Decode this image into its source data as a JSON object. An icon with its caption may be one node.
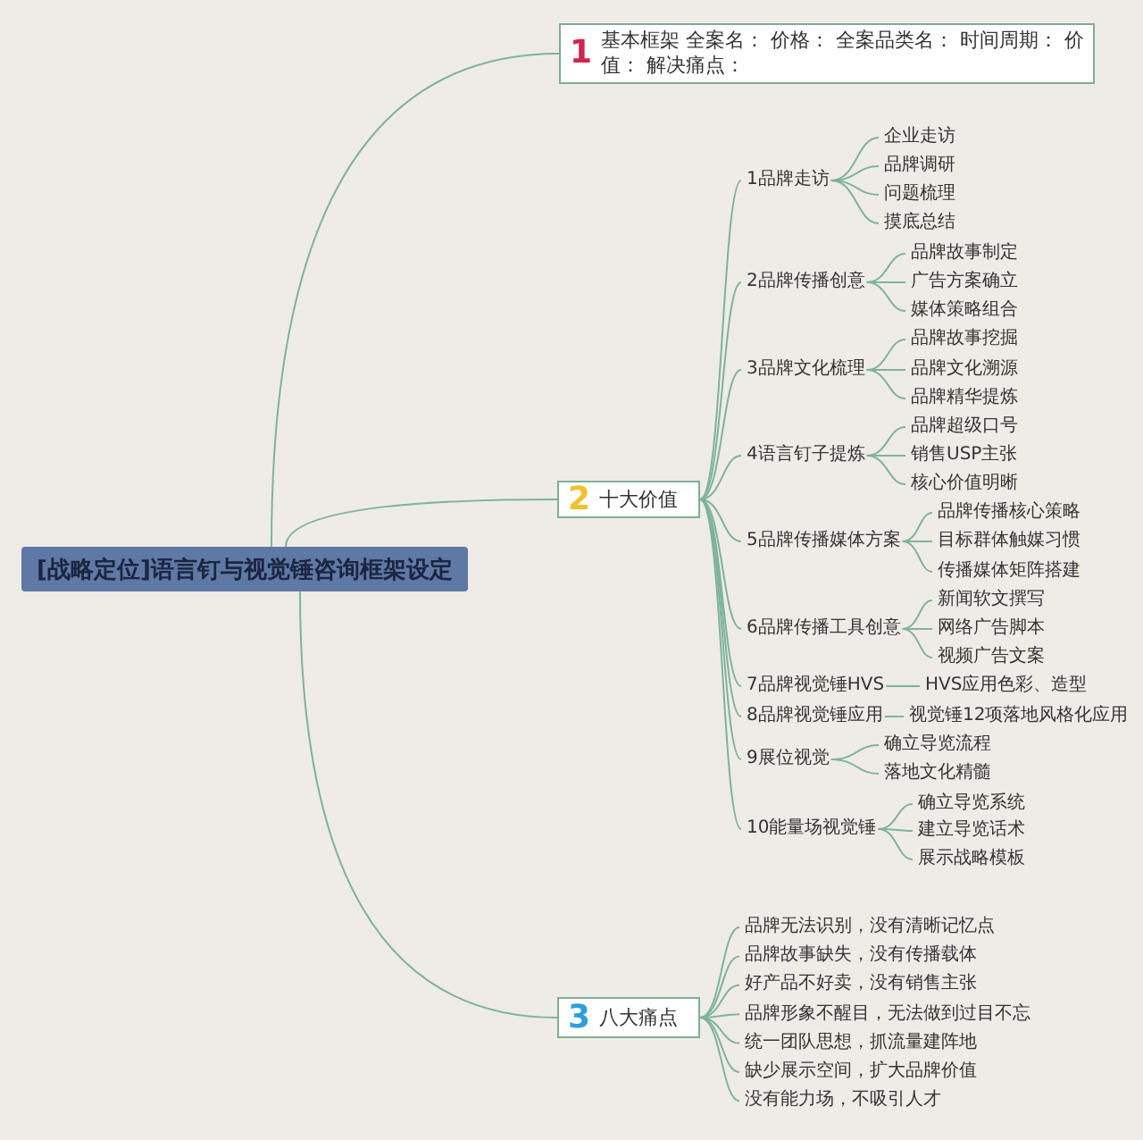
{
  "diagram": {
    "nodes": [
      {
        "text": [
          "[战略定位]语言钉与视觉锤咨询框架设定"
        ]
      },
      {
        "text": [
          "1",
          "基本框架 全案名： 价格： 全案品类名： 时间周期： 价值： 解决痛点："
        ]
      },
      {
        "text": [
          "2",
          "十大价值"
        ]
      },
      {
        "text": [
          "1品牌走访"
        ]
      },
      {
        "text": [
          "企业走访"
        ]
      },
      {
        "text": [
          "品牌调研"
        ]
      },
      {
        "text": [
          "问题梳理"
        ]
      },
      {
        "text": [
          "摸底总结"
        ]
      },
      {
        "text": [
          "2品牌传播创意"
        ]
      },
      {
        "text": [
          "品牌故事制定"
        ]
      },
      {
        "text": [
          "广告方案确立"
        ]
      },
      {
        "text": [
          "媒体策略组合"
        ]
      },
      {
        "text": [
          "3品牌文化梳理"
        ]
      },
      {
        "text": [
          "品牌故事挖掘"
        ]
      },
      {
        "text": [
          "品牌文化溯源"
        ]
      },
      {
        "text": [
          "品牌精华提炼"
        ]
      },
      {
        "text": [
          "4语言钉子提炼"
        ]
      },
      {
        "text": [
          "品牌超级口号"
        ]
      },
      {
        "text": [
          "销售USP主张"
        ]
      },
      {
        "text": [
          "核心价值明晰"
        ]
      },
      {
        "text": [
          "5品牌传播媒体方案"
        ]
      },
      {
        "text": [
          "品牌传播核心策略"
        ]
      },
      {
        "text": [
          "目标群体触媒习惯"
        ]
      },
      {
        "text": [
          "传播媒体矩阵搭建"
        ]
      },
      {
        "text": [
          "6品牌传播工具创意"
        ]
      },
      {
        "text": [
          "新闻软文撰写"
        ]
      },
      {
        "text": [
          "网络广告脚本"
        ]
      },
      {
        "text": [
          "视频广告文案"
        ]
      },
      {
        "text": [
          "7品牌视觉锤HVS"
        ]
      },
      {
        "text": [
          "HVS应用色彩、造型"
        ]
      },
      {
        "text": [
          "8品牌视觉锤应用"
        ]
      },
      {
        "text": [
          "视觉锤12项落地风格化应用"
        ]
      },
      {
        "text": [
          "9展位视觉"
        ]
      },
      {
        "text": [
          "确立导览流程"
        ]
      },
      {
        "text": [
          "落地文化精髓"
        ]
      },
      {
        "text": [
          "10能量场视觉锤"
        ]
      },
      {
        "text": [
          "确立导览系统"
        ]
      },
      {
        "text": [
          "建立导览话术"
        ]
      },
      {
        "text": [
          "展示战略模板"
        ]
      },
      {
        "text": [
          "3",
          "八大痛点"
        ]
      },
      {
        "text": [
          "品牌无法识别，没有清晰记忆点"
        ]
      },
      {
        "text": [
          "品牌故事缺失，没有传播载体"
        ]
      },
      {
        "text": [
          "好产品不好卖，没有销售主张"
        ]
      },
      {
        "text": [
          "品牌形象不醒目，无法做到过目不忘"
        ]
      },
      {
        "text": [
          "统一团队思想，抓流量建阵地"
        ]
      },
      {
        "text": [
          "缺少展示空间，扩大品牌价值"
        ]
      },
      {
        "text": [
          "没有能力场，不吸引人才"
        ]
      }
    ],
    "edges": [
      {
        "from": 0,
        "to": 1,
        "arrow": "none"
      },
      {
        "from": 0,
        "to": 2,
        "arrow": "none"
      },
      {
        "from": 0,
        "to": 39,
        "arrow": "none"
      },
      {
        "from": 2,
        "to": 3,
        "arrow": "none"
      },
      {
        "from": 3,
        "to": 4,
        "arrow": "none"
      },
      {
        "from": 3,
        "to": 5,
        "arrow": "none"
      },
      {
        "from": 3,
        "to": 6,
        "arrow": "none"
      },
      {
        "from": 3,
        "to": 7,
        "arrow": "none"
      },
      {
        "from": 2,
        "to": 8,
        "arrow": "none"
      },
      {
        "from": 8,
        "to": 9,
        "arrow": "none"
      },
      {
        "from": 8,
        "to": 10,
        "arrow": "none"
      },
      {
        "from": 8,
        "to": 11,
        "arrow": "none"
      },
      {
        "from": 2,
        "to": 12,
        "arrow": "none"
      },
      {
        "from": 12,
        "to": 13,
        "arrow": "none"
      },
      {
        "from": 12,
        "to": 14,
        "arrow": "none"
      },
      {
        "from": 12,
        "to": 15,
        "arrow": "none"
      },
      {
        "from": 2,
        "to": 16,
        "arrow": "none"
      },
      {
        "from": 16,
        "to": 17,
        "arrow": "none"
      },
      {
        "from": 16,
        "to": 18,
        "arrow": "none"
      },
      {
        "from": 16,
        "to": 19,
        "arrow": "none"
      },
      {
        "from": 2,
        "to": 20,
        "arrow": "none"
      },
      {
        "from": 20,
        "to": 21,
        "arrow": "none"
      },
      {
        "from": 20,
        "to": 22,
        "arrow": "none"
      },
      {
        "from": 20,
        "to": 23,
        "arrow": "none"
      },
      {
        "from": 2,
        "to": 24,
        "arrow": "none"
      },
      {
        "from": 24,
        "to": 25,
        "arrow": "none"
      },
      {
        "from": 24,
        "to": 26,
        "arrow": "none"
      },
      {
        "from": 24,
        "to": 27,
        "arrow": "none"
      },
      {
        "from": 2,
        "to": 28,
        "arrow": "none"
      },
      {
        "from": 28,
        "to": 29,
        "arrow": "none"
      },
      {
        "from": 2,
        "to": 30,
        "arrow": "none"
      },
      {
        "from": 30,
        "to": 31,
        "arrow": "none"
      },
      {
        "from": 2,
        "to": 32,
        "arrow": "none"
      },
      {
        "from": 32,
        "to": 33,
        "arrow": "none"
      },
      {
        "from": 32,
        "to": 34,
        "arrow": "none"
      },
      {
        "from": 2,
        "to": 35,
        "arrow": "none"
      },
      {
        "from": 35,
        "to": 36,
        "arrow": "none"
      },
      {
        "from": 35,
        "to": 37,
        "arrow": "none"
      },
      {
        "from": 35,
        "to": 38,
        "arrow": "none"
      },
      {
        "from": 39,
        "to": 40,
        "arrow": "none"
      },
      {
        "from": 39,
        "to": 41,
        "arrow": "none"
      },
      {
        "from": 39,
        "to": 42,
        "arrow": "none"
      },
      {
        "from": 39,
        "to": 43,
        "arrow": "none"
      },
      {
        "from": 39,
        "to": 44,
        "arrow": "none"
      },
      {
        "from": 39,
        "to": 45,
        "arrow": "none"
      },
      {
        "from": 39,
        "to": 46,
        "arrow": "none"
      }
    ]
  }
}
